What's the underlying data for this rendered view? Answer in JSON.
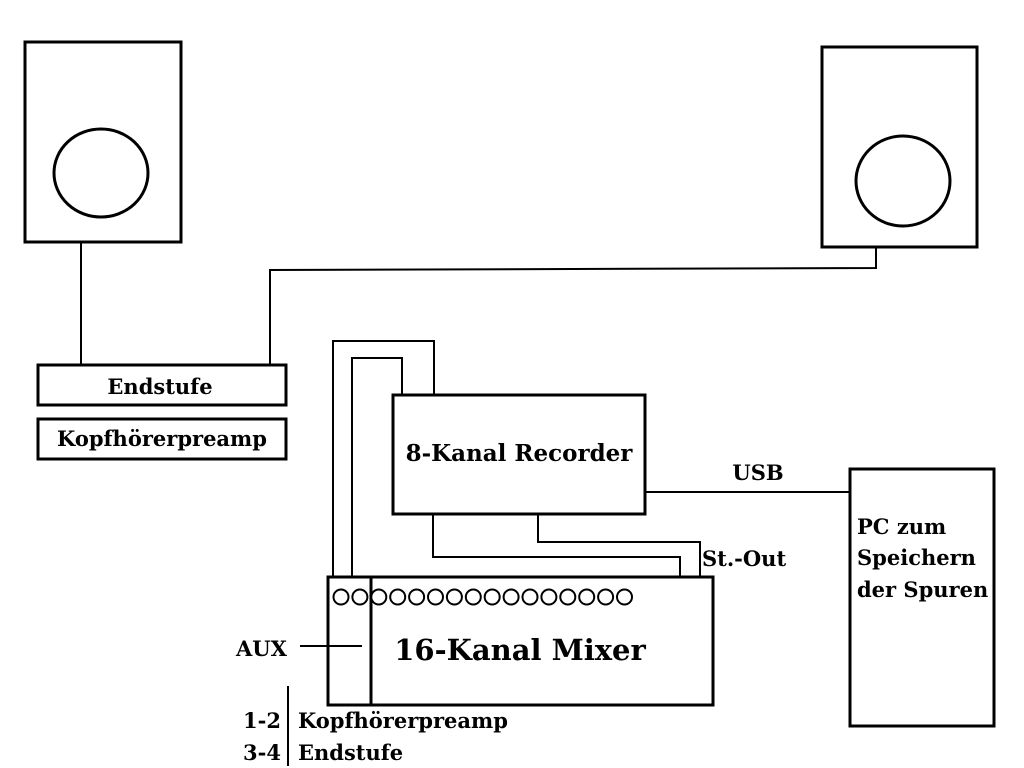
{
  "diagram": {
    "amplifier_label": "Endstufe",
    "headphone_preamp_label": "Kopfhörerpreamp",
    "recorder_label": "8-Kanal Recorder",
    "mixer_label": "16-Kanal Mixer",
    "usb_label": "USB",
    "stereo_out_label": "St.-Out",
    "pc_label_lines": [
      "PC zum",
      "Speichern",
      "der Spuren"
    ],
    "aux_label": "AUX",
    "aux_legend": [
      {
        "channels": "1-2",
        "target": "Kopfhörerpreamp"
      },
      {
        "channels": "3-4",
        "target": "Endstufe"
      }
    ],
    "mixer_channel_count": 16
  }
}
